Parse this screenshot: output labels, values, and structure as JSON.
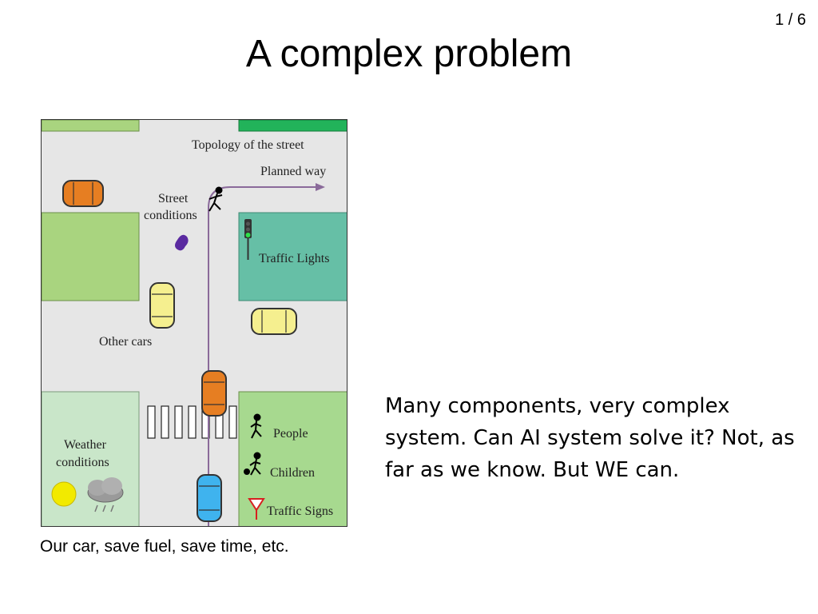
{
  "slide": {
    "page_number": "1 / 6",
    "title": "A complex problem",
    "caption": "Our car, save fuel, save time, etc.",
    "body": "Many components, very complex system. Can AI system solve it? Not, as far as we know. But WE can."
  },
  "figure": {
    "labels": {
      "topology": "Topology of the street",
      "planned_way": "Planned way",
      "street_conditions_1": "Street",
      "street_conditions_2": "conditions",
      "traffic_lights": "Traffic Lights",
      "other_cars": "Other cars",
      "weather_1": "Weather",
      "weather_2": "conditions",
      "people": "People",
      "children": "Children",
      "traffic_signs": "Traffic Signs"
    },
    "colors": {
      "road": "#e6e6e6",
      "block_light_green": "#a9d47f",
      "block_teal": "#66bfa6",
      "block_pale_green": "#c9e6c9",
      "block_green_lower_right": "#a7d98f",
      "top_strip_green": "#22b35a",
      "orange_car": "#e67e22",
      "yellow_car": "#f5ef8f",
      "blue_car": "#3fb3ee",
      "puddle": "#5a2aa0",
      "sun": "#f2ea00",
      "path": "#8a6a9a"
    }
  }
}
